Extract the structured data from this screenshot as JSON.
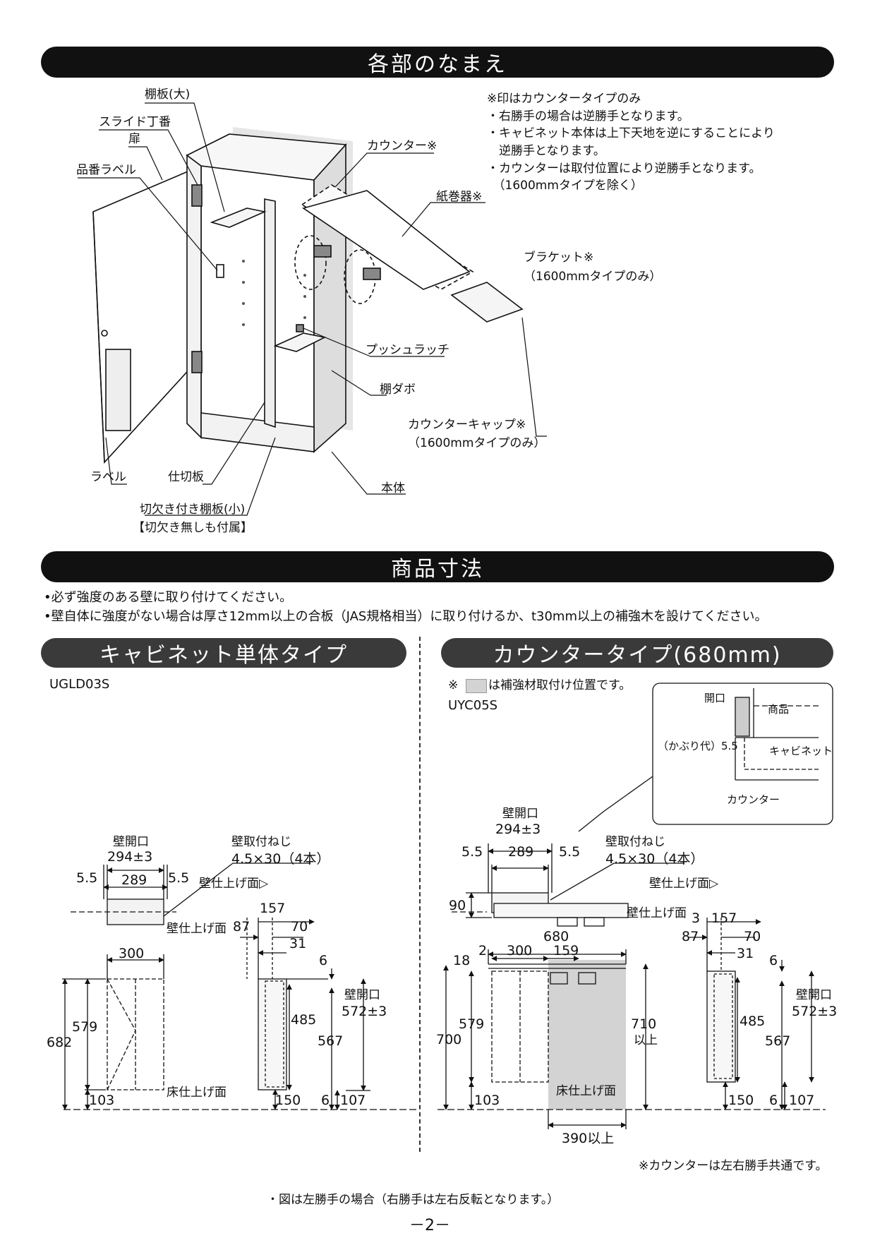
{
  "sections": {
    "parts_title": "各部のなまえ",
    "dims_title": "商品寸法"
  },
  "parts": {
    "notes": [
      "※印はカウンタータイプのみ",
      "・右勝手の場合は逆勝手となります。",
      "・キャビネット本体は上下天地を逆にすることにより",
      "　逆勝手となります。",
      "・カウンターは取付位置により逆勝手となります。",
      "　（1600mmタイプを除く）"
    ],
    "labels": {
      "shelf_large": "棚板(大)",
      "slide_hinge": "スライド丁番",
      "door": "扉",
      "part_label": "品番ラベル",
      "counter": "カウンター※",
      "paper_holder": "紙巻器※",
      "bracket": "ブラケット※",
      "bracket_note": "（1600mmタイプのみ）",
      "push_latch": "プッシュラッチ",
      "shelf_dowel": "棚ダボ",
      "counter_cap": "カウンターキャップ※",
      "counter_cap_note": "（1600mmタイプのみ）",
      "label": "ラベル",
      "partition": "仕切板",
      "notched_shelf": "切欠き付き棚板(小)",
      "notched_shelf_note": "【切欠き無しも付属】",
      "body": "本体"
    }
  },
  "dims": {
    "notes": [
      "•必ず強度のある壁に取り付けてください。",
      "•壁自体に強度がない場合は厚さ12mm以上の合板（JAS規格相当）に取り付けるか、t30mm以上の補強木を設けてください。"
    ],
    "cabinet": {
      "title": "キャビネット単体タイプ",
      "model": "UGLD03S",
      "wall_opening": "壁開口",
      "wall_opening_val": "294±3",
      "d55a": "5.5",
      "d289": "289",
      "d55b": "5.5",
      "screw": "壁取付ねじ",
      "screw_spec": "4.5×30（4本）",
      "wall_finish": "壁仕上げ面▷",
      "wall_finish2": "壁仕上げ面",
      "d157": "157",
      "d87": "87",
      "d70": "70",
      "d31": "31",
      "d300": "300",
      "d6": "6",
      "d579": "579",
      "d682": "682",
      "d485": "485",
      "open_v": "壁開口",
      "open_v_val": "572±3",
      "d567": "567",
      "d103": "103",
      "floor": "床仕上げ面",
      "d150": "150",
      "d6b": "6",
      "d107": "107"
    },
    "counter": {
      "title": "カウンタータイプ(680mm)",
      "model": "UYC05S",
      "legend": "は補強材取付け位置です。",
      "legend_mark": "※",
      "inset_opening": "開口",
      "inset_product": "商品",
      "inset_overlap": "（かぶり代）5.5",
      "inset_cabinet": "キャビネット",
      "inset_counter": "カウンター",
      "wall_opening": "壁開口",
      "wall_opening_val": "294±3",
      "d55a": "5.5",
      "d289": "289",
      "d55b": "5.5",
      "screw": "壁取付ねじ",
      "screw_spec": "4.5×30（4本）",
      "wall_finish": "壁仕上げ面▷",
      "wall_finish2": "壁仕上げ面",
      "d90": "90",
      "d680": "680",
      "d18": "18",
      "d2": "2",
      "d300": "300",
      "d159": "159",
      "d3": "3",
      "d157": "157",
      "d87": "87",
      "d70": "70",
      "d31": "31",
      "d6": "6",
      "d579": "579",
      "d700": "700",
      "d710": "710",
      "d710b": "以上",
      "d485": "485",
      "open_v": "壁開口",
      "open_v_val": "572±3",
      "d567": "567",
      "d103": "103",
      "floor": "床仕上げ面",
      "d390": "390以上",
      "d150": "150",
      "d6b": "6",
      "d107": "107",
      "common_note": "※カウンターは左右勝手共通です。"
    },
    "footer_note": "・図は左勝手の場合（右勝手は左右反転となります。）",
    "page_number": "－2－"
  }
}
